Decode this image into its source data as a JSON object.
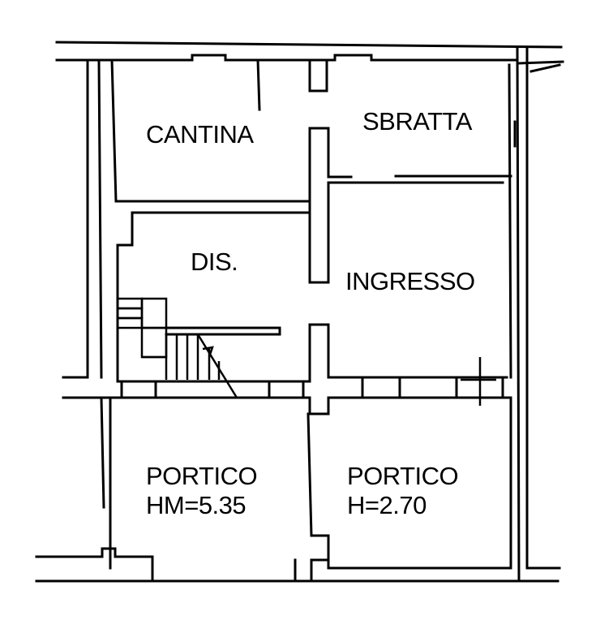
{
  "rooms": {
    "cantina": "CANTINA",
    "sbratta": "SBRATTA",
    "dis": "DIS.",
    "ingresso": "INGRESSO",
    "portico_left_name": "PORTICO",
    "portico_left_height": "HM=5.35",
    "portico_right_name": "PORTICO",
    "portico_right_height": "H=2.70"
  },
  "colors": {
    "line": "#000000",
    "background": "#ffffff"
  }
}
